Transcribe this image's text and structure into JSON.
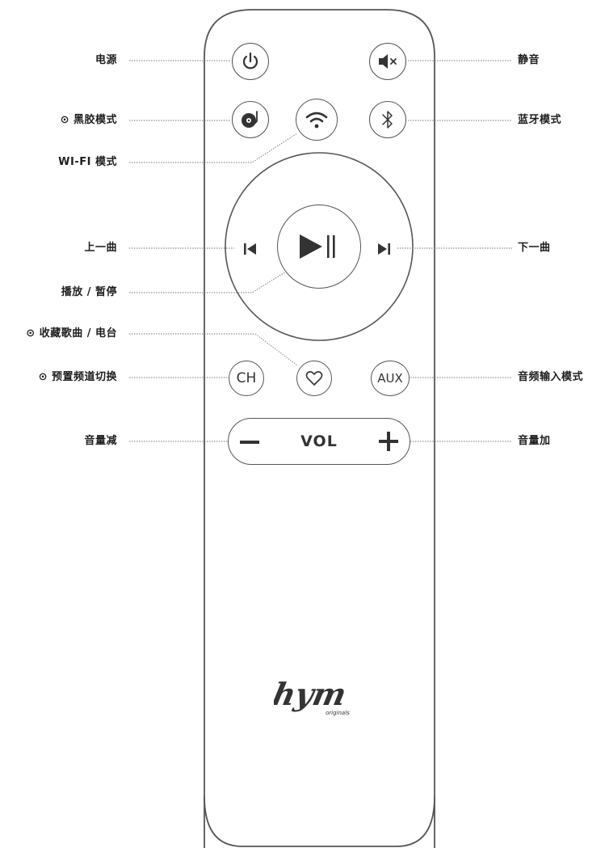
{
  "labels": {
    "power": "电源",
    "mute": "静音",
    "vinyl": "⊙ 黑胶模式",
    "bluetooth": "蓝牙模式",
    "wifi": "WI-FI 模式",
    "prev": "上一曲",
    "next": "下一曲",
    "play_pause": "播放 / 暂停",
    "favorite": "⊙ 收藏歌曲 / 电台",
    "preset": "⊙ 预置频道切换",
    "aux_mode": "音频输入模式",
    "vol_down": "音量减",
    "vol_up": "音量加"
  },
  "buttons": {
    "ch": "CH",
    "aux": "AUX",
    "vol": "VOL"
  },
  "logo": {
    "brand": "hym",
    "sub": "originals"
  },
  "colors": {
    "outline": "#555555",
    "icon": "#333333",
    "leader": "#777777",
    "text": "#1e1e1e"
  }
}
